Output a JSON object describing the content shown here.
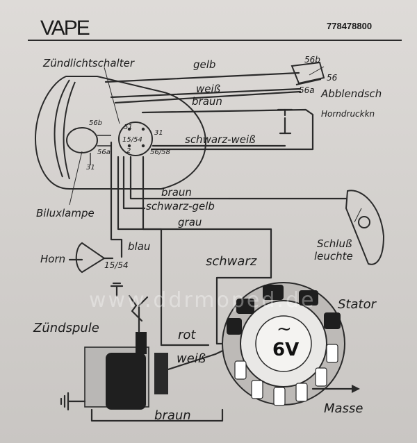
{
  "header": {
    "brand": "VAPE",
    "part_number": "778478800"
  },
  "labels": {
    "zuendlichtschalter": "Zündlichtschalter",
    "gelb": "gelb",
    "weiss_top": "weiß",
    "braun_top": "braun",
    "schwarz_weiss": "schwarz-weiß",
    "abblendschalter": "Abblendsch",
    "horndruckknopf": "Horndruckkn",
    "biluxlampe": "Biluxlampe",
    "braun_mid": "braun",
    "schwarz_gelb": "schwarz-gelb",
    "grau": "grau",
    "horn": "Horn",
    "blau": "blau",
    "schwarz": "schwarz",
    "schlussleuchte_1": "Schluß",
    "schlussleuchte_2": "leuchte",
    "stator": "Stator",
    "zuendspule": "Zündspule",
    "rot": "rot",
    "weiss_bottom": "weiß",
    "braun_bottom": "braun",
    "masse": "Masse",
    "voltage": "6V",
    "tilde": "~",
    "watermark": "www.ddrmoped.de"
  },
  "terminals": {
    "t56b_sw": "56b",
    "t56_sw": "56",
    "t56a_sw": "56a",
    "t56b_lamp": "56b",
    "t56a_lamp": "56a",
    "t31_lamp": "31",
    "t51": "51",
    "t31_sw": "31",
    "t15_54": "15/54",
    "t2": "2",
    "t56_58": "56/58",
    "t15_54_horn": "15/54"
  }
}
